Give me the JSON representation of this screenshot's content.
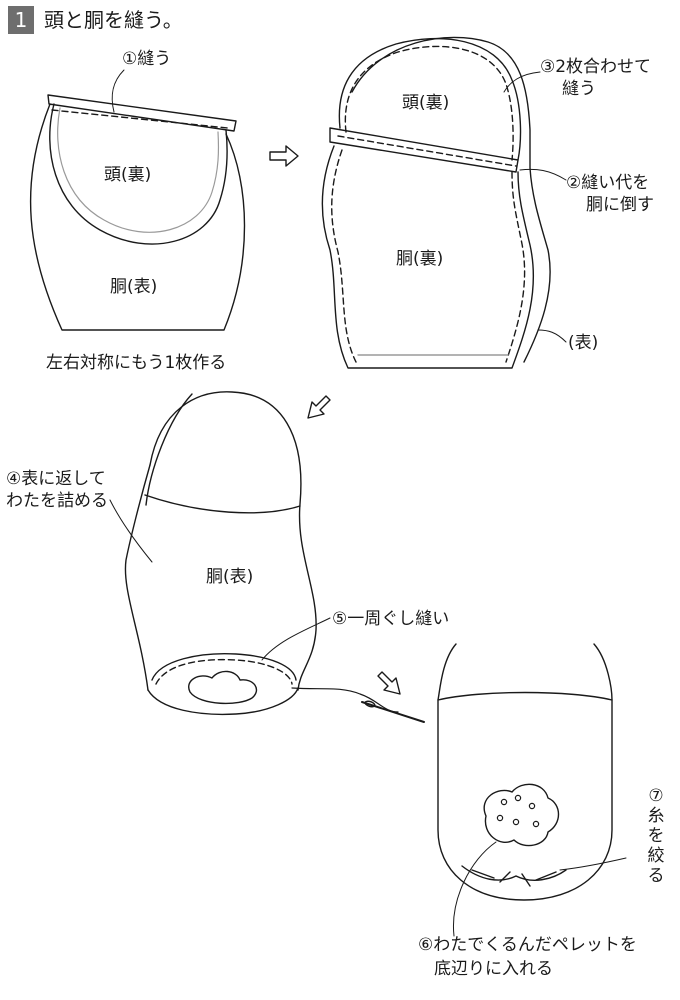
{
  "step": {
    "number": "1",
    "title": "頭と胴を縫う。"
  },
  "panel1": {
    "sew_label": "①縫う",
    "head_label": "頭(裏)",
    "body_label": "胴(表)",
    "caption": "左右対称にもう1枚作る"
  },
  "panel2": {
    "note3_line1": "③2枚合わせて",
    "note3_line2": "縫う",
    "head_label": "頭(裏)",
    "note2_line1": "②縫い代を",
    "note2_line2": "胴に倒す",
    "body_label": "胴(裏)",
    "outer_label": "(表)"
  },
  "panel3": {
    "note4_line1": "④表に返して",
    "note4_line2": "わたを詰める",
    "body_label": "胴(表)",
    "note5": "⑤一周ぐし縫い"
  },
  "panel4": {
    "note7": "⑦糸を絞る",
    "note6_line1": "⑥わたでくるんだペレットを",
    "note6_line2": "底辺りに入れる"
  },
  "icons": [
    "arrow-right-icon",
    "arrow-down-left-icon",
    "arrow-down-right-icon",
    "needle-icon"
  ]
}
